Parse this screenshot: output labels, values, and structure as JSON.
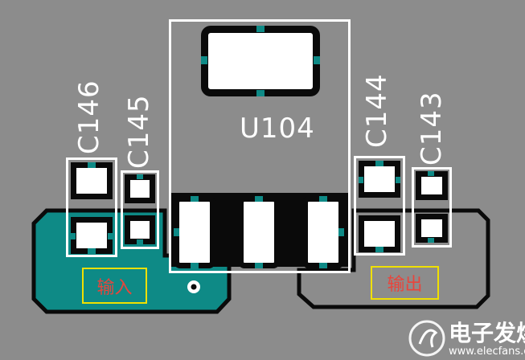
{
  "board": {
    "background_color": "#8c8c8c",
    "copper_pour_color": "#0e8a86",
    "silkscreen_color": "#ffffff",
    "pad_color": "#ffffff",
    "label_border_color": "#f0e000",
    "label_text_color": "#e8453c"
  },
  "components": {
    "u104": "U104",
    "c146": "C146",
    "c145": "C145",
    "c144": "C144",
    "c143": "C143"
  },
  "labels": {
    "input": "输入",
    "output": "输出"
  },
  "watermark": {
    "brand": "电子发烧友",
    "url": "www.elecfans.com"
  }
}
